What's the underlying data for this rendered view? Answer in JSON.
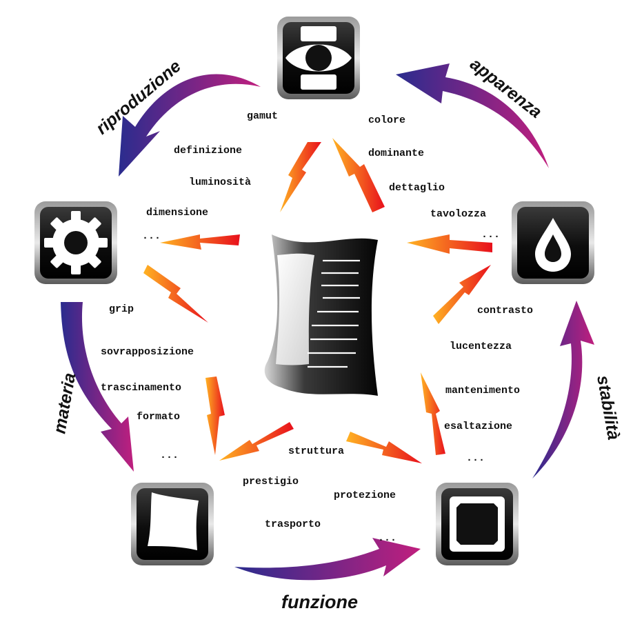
{
  "colors": {
    "cycle_arrow_start": "#2a2c8e",
    "cycle_arrow_end": "#c01f7e",
    "inner_arrow_start": "#ffb323",
    "inner_arrow_end": "#e8101c",
    "icon_dark": "#121212"
  },
  "icons": {
    "top": "eye-icon",
    "right": "drop-icon",
    "bottom_right": "shield-square-icon",
    "bottom_left": "sheet-icon",
    "left": "gear-icon",
    "center": "printed-sheet-icon"
  },
  "cycle_labels": {
    "riproduzione": "riproduzione",
    "apparenza": "apparenza",
    "stabilita": "stabilità",
    "funzione": "funzione",
    "materia": "materia"
  },
  "terms": {
    "riproduzione": [
      "gamut",
      "definizione",
      "luminosità",
      "dimensione",
      "..."
    ],
    "apparenza": [
      "colore",
      "dominante",
      "dettaglio",
      "tavolozza",
      "..."
    ],
    "stabilita": [
      "contrasto",
      "lucentezza",
      "mantenimento",
      "esaltazione",
      "..."
    ],
    "funzione": [
      "struttura",
      "prestigio",
      "protezione",
      "trasporto",
      "..."
    ],
    "materia": [
      "grip",
      "sovrapposizione",
      "trascinamento",
      "formato",
      "..."
    ]
  }
}
